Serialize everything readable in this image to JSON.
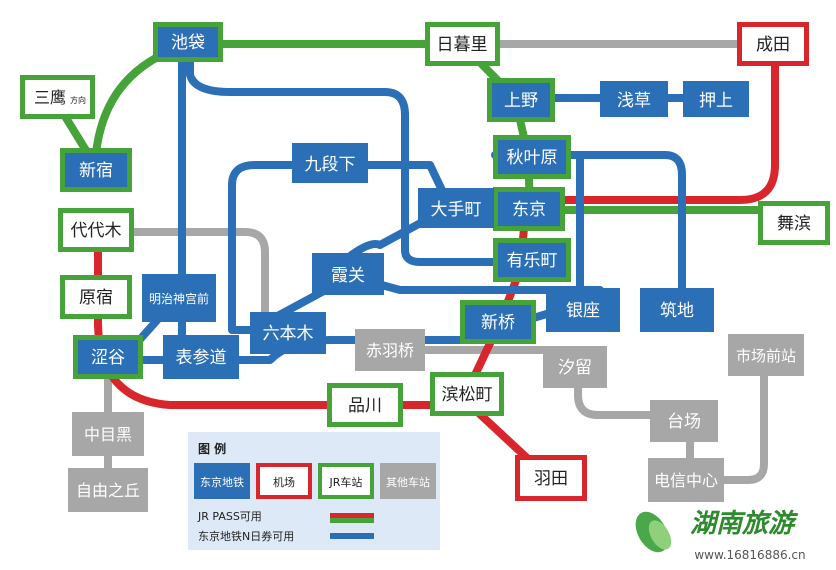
{
  "colors": {
    "metro": "#2b6fb6",
    "jr": "#45a33a",
    "airport": "#d8262c",
    "other": "#a7a7a7",
    "legend_bg": "#dde9f6"
  },
  "stations": {
    "ikebukuro": "池袋",
    "nippori": "日暮里",
    "narita": "成田",
    "mitaka": "三鹰",
    "mitaka_dir": "方向",
    "shinjuku": "新宿",
    "yoyogi": "代代木",
    "harajuku": "原宿",
    "shibuya": "涩谷",
    "meijijingumae": "明治神宫前",
    "omotesando": "表参道",
    "roppongi": "六本木",
    "kasumigaseki": "霞关",
    "kudanshita": "九段下",
    "otemachi": "大手町",
    "ueno": "上野",
    "asakusa": "浅草",
    "oshiage": "押上",
    "akihabara": "秋叶原",
    "tokyo": "东京",
    "maihama": "舞滨",
    "yurakucho": "有乐町",
    "ginza": "银座",
    "tsukiji": "筑地",
    "shimbashi": "新桥",
    "akabanebashi": "赤羽桥",
    "shiodome": "汐留",
    "shinagawa": "品川",
    "hamamatsucho": "滨松町",
    "haneda": "羽田",
    "nakameguro": "中目黑",
    "jiyugaoka": "自由之丘",
    "daiba": "台场",
    "telecomcenter": "电信中心",
    "shijomae": "市场前站"
  },
  "legend": {
    "title": "图 例",
    "metro": "东京地铁",
    "airport": "机场",
    "jr": "JR车站",
    "other": "其他车站",
    "jr_pass": "JR PASS可用",
    "metro_pass": "东京地铁N日券可用"
  },
  "watermark": {
    "logo": "湖南旅游",
    "url": "www.16816886.cn"
  }
}
